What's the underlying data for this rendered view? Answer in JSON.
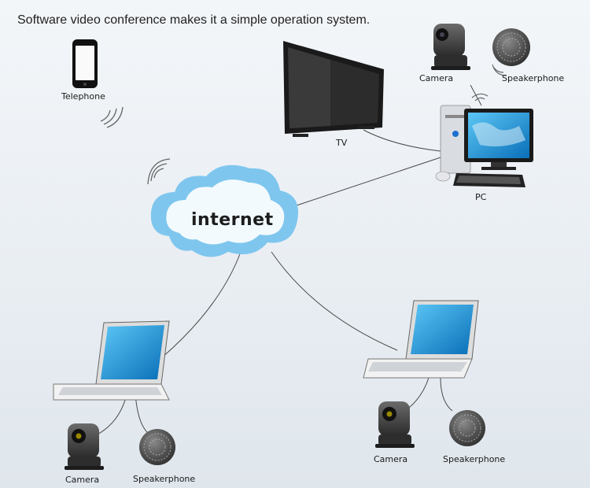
{
  "caption": "Software video conference makes it a simple operation system.",
  "cloud": {
    "label": "internet"
  },
  "labels": {
    "telephone": "Telephone",
    "camera_top": "Camera",
    "speakerphone_top": "Speakerphone",
    "tv": "TV",
    "pc": "PC",
    "camera_left": "Camera",
    "speakerphone_left": "Speakerphone",
    "camera_right": "Camera",
    "speakerphone_right": "Speakerphone"
  },
  "colors": {
    "cloud": "#7ec6ee",
    "screen": "#1e8fd6",
    "line": "#4a4a4a"
  },
  "icons": [
    "telephone-icon",
    "camera-icon",
    "speakerphone-icon",
    "tv-icon",
    "pc-icon",
    "laptop-icon",
    "internet-cloud-icon",
    "wireless-signal-icon"
  ]
}
